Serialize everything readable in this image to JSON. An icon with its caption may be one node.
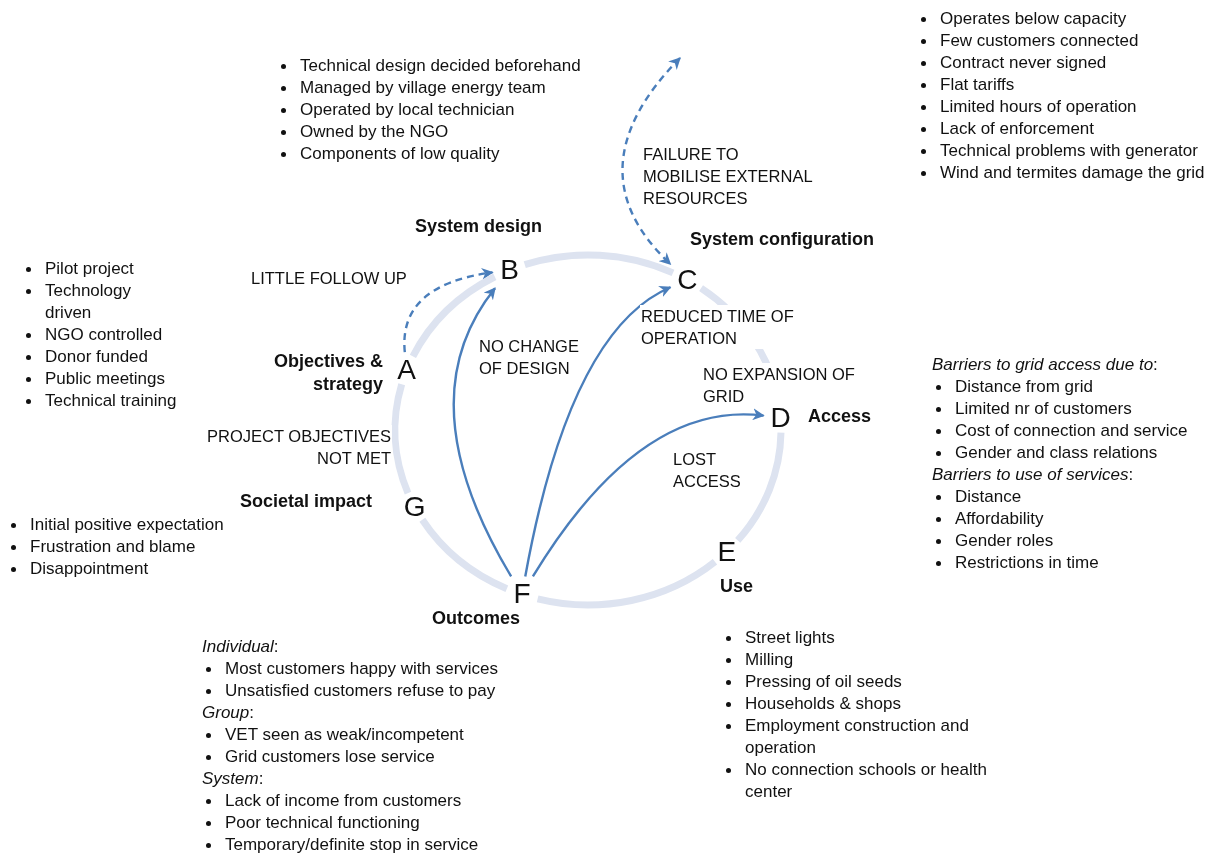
{
  "diagram": {
    "nodes": [
      {
        "text": [
          "Objectives & strategy",
          "A"
        ],
        "beside": [
          "Pilot project",
          "Technology driven",
          "NGO controlled",
          "Donor funded",
          "Public meetings",
          "Technical training"
        ]
      },
      {
        "text": [
          "System design",
          "B"
        ],
        "beside": [
          "Technical design decided beforehand",
          "Managed by village energy team",
          "Operated by local technician",
          "Owned by the NGO",
          "Components of low quality"
        ]
      },
      {
        "text": [
          "System configuration",
          "C"
        ],
        "beside": [
          "Operates below capacity",
          "Few customers connected",
          "Contract never signed",
          "Flat tariffs",
          "Limited hours of operation",
          "Lack of enforcement",
          "Technical problems with generator",
          "Wind and termites damage the grid"
        ]
      },
      {
        "text": [
          "D",
          "Access"
        ],
        "beside": [
          "*Barriers to grid access due to*:",
          "Distance from grid",
          "Limited nr of customers",
          "Cost of connection and service",
          "Gender and class relations",
          "*Barriers to use of services*:",
          "Distance",
          "Affordability",
          "Gender roles",
          "Restrictions in time"
        ]
      },
      {
        "text": [
          "E",
          "Use"
        ],
        "beside": [
          "Street lights",
          "Milling",
          "Pressing of oil seeds",
          "Households & shops",
          "Employment construction and operation",
          "No connection schools or health center"
        ]
      },
      {
        "text": [
          "F",
          "Outcomes"
        ],
        "beside": [
          "*Individual*:",
          "Most customers happy with services",
          "Unsatisfied customers refuse to pay",
          "*Group*:",
          "VET seen as weak/incompetent",
          "Grid customers lose service",
          "*System*:",
          "Lack of income from customers",
          "Poor technical functioning",
          "Temporary/definite stop in service"
        ]
      },
      {
        "text": [
          "Societal impact",
          "G"
        ],
        "beside": [
          "Initial positive expectation",
          "Frustration and blame",
          "Disappointment"
        ]
      }
    ],
    "edges": [
      {
        "from": 0,
        "to": 1,
        "arrow": "to",
        "style": "dashed",
        "color": "#4a7ebb",
        "label": "LITTLE FOLLOW UP"
      },
      {
        "from": 5,
        "to": 1,
        "arrow": "to",
        "color": "#4a7ebb",
        "label": "NO CHANGE OF DESIGN"
      },
      {
        "from": 5,
        "to": 2,
        "arrow": "to",
        "color": "#4a7ebb",
        "label": "REDUCED TIME OF OPERATION"
      },
      {
        "from": 5,
        "to": 3,
        "arrow": "to",
        "color": "#4a7ebb",
        "label": "NO EXPANSION OF GRID"
      },
      {
        "from": null,
        "to": 2,
        "arrow": "both",
        "style": "dashed",
        "color": "#4a7ebb",
        "label": "FAILURE TO MOBILISE EXTERNAL RESOURCES"
      },
      {
        "from": 0,
        "to": 1,
        "arrow": "none",
        "color": "#dde3f0"
      },
      {
        "from": 1,
        "to": 2,
        "arrow": "none",
        "color": "#dde3f0"
      },
      {
        "from": 2,
        "to": 3,
        "arrow": "none",
        "color": "#dde3f0"
      },
      {
        "from": 3,
        "to": 4,
        "arrow": "none",
        "color": "#dde3f0"
      },
      {
        "from": 4,
        "to": 5,
        "arrow": "none",
        "color": "#dde3f0"
      },
      {
        "from": 5,
        "to": 6,
        "arrow": "none",
        "color": "#dde3f0"
      },
      {
        "from": 6,
        "to": 0,
        "arrow": "none",
        "color": "#dde3f0"
      }
    ],
    "labels": [
      "PROJECT OBJECTIVES NOT MET",
      "LOST ACCESS"
    ]
  }
}
